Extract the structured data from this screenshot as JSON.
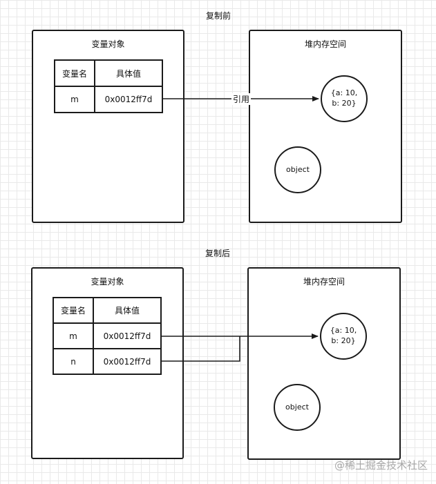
{
  "before": {
    "title": "复制前",
    "variable_panel": {
      "title": "变量对象",
      "header": {
        "name": "变量名",
        "value": "具体值"
      },
      "rows": [
        {
          "name": "m",
          "value": "0x0012ff7d"
        }
      ]
    },
    "heap_panel": {
      "title": "堆内存空间",
      "objects": [
        "{a: 10,\nb: 20}",
        "object"
      ]
    },
    "arrow_label": "引用"
  },
  "after": {
    "title": "复制后",
    "variable_panel": {
      "title": "变量对象",
      "header": {
        "name": "变量名",
        "value": "具体值"
      },
      "rows": [
        {
          "name": "m",
          "value": "0x0012ff7d"
        },
        {
          "name": "n",
          "value": "0x0012ff7d"
        }
      ]
    },
    "heap_panel": {
      "title": "堆内存空间",
      "objects": [
        "{a: 10,\nb: 20}",
        "object"
      ]
    }
  },
  "watermark": "@稀土掘金技术社区"
}
